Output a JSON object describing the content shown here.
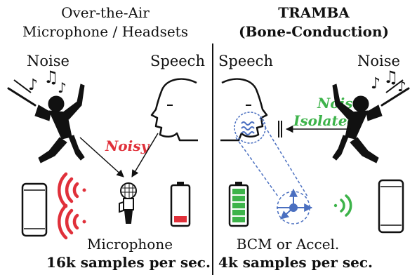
{
  "left_panel": {
    "title_line1": "Over-the-Air",
    "title_line2": "Microphone / Headsets",
    "noise_label": "Noise",
    "speech_label": "Speech",
    "noisy_label": "Noisy",
    "device_label": "Microphone",
    "rate_label": "16k samples per sec."
  },
  "right_panel": {
    "title_line1": "TRAMBA",
    "title_line2": "(Bone-Conduction)",
    "speech_label": "Speech",
    "noise_label": "Noise",
    "isolated_line1": "Noise",
    "isolated_line2": "Isolated",
    "device_label": "BCM or Accel.",
    "rate_label": "4k samples per sec."
  },
  "colors": {
    "red": "#e0303a",
    "green": "#3db34a",
    "blue": "#4a6fc0",
    "black": "#111111"
  }
}
